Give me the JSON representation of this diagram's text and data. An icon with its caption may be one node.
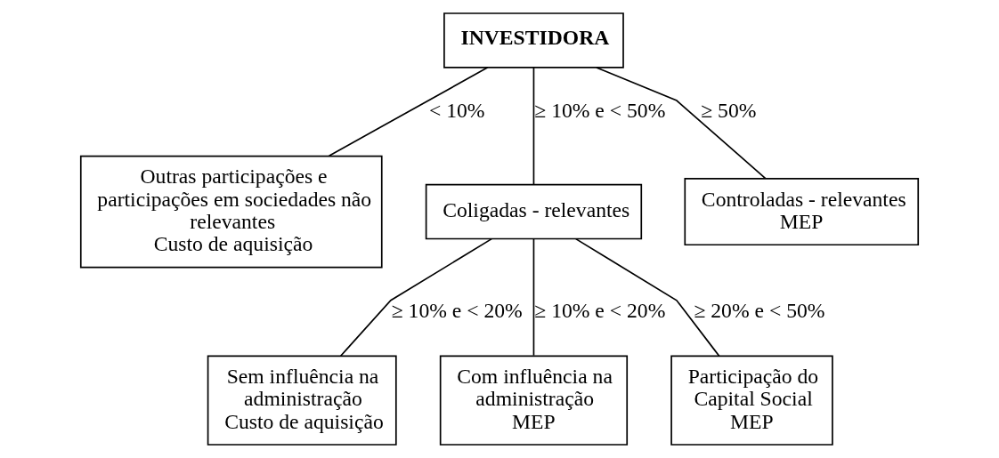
{
  "diagram": {
    "nodes": [
      {
        "text": [
          "INVESTIDORA"
        ]
      },
      {
        "text": [
          "Outras participações e participações em sociedades não relevantes",
          "Custo de aquisição"
        ]
      },
      {
        "text": [
          "Coligadas - relevantes"
        ]
      },
      {
        "text": [
          "Controladas - relevantes",
          "MEP"
        ]
      },
      {
        "text": [
          "Sem influência na administração",
          "Custo de aquisição"
        ]
      },
      {
        "text": [
          "Com influência na administração",
          "MEP"
        ]
      },
      {
        "text": [
          "Participação do Capital Social",
          "MEP"
        ]
      }
    ],
    "edges": [
      {
        "from": 0,
        "to": 1,
        "arrow": "none",
        "label": "< 10%"
      },
      {
        "from": 0,
        "to": 2,
        "arrow": "none",
        "label": "≥ 10% e < 50%"
      },
      {
        "from": 0,
        "to": 3,
        "arrow": "none",
        "label": "≥ 50%"
      },
      {
        "from": 2,
        "to": 4,
        "arrow": "none",
        "label": "≥ 10% e < 20%"
      },
      {
        "from": 2,
        "to": 5,
        "arrow": "none",
        "label": "≥ 10% e < 20%"
      },
      {
        "from": 2,
        "to": 6,
        "arrow": "none",
        "label": "≥ 20% e < 50%"
      }
    ]
  }
}
